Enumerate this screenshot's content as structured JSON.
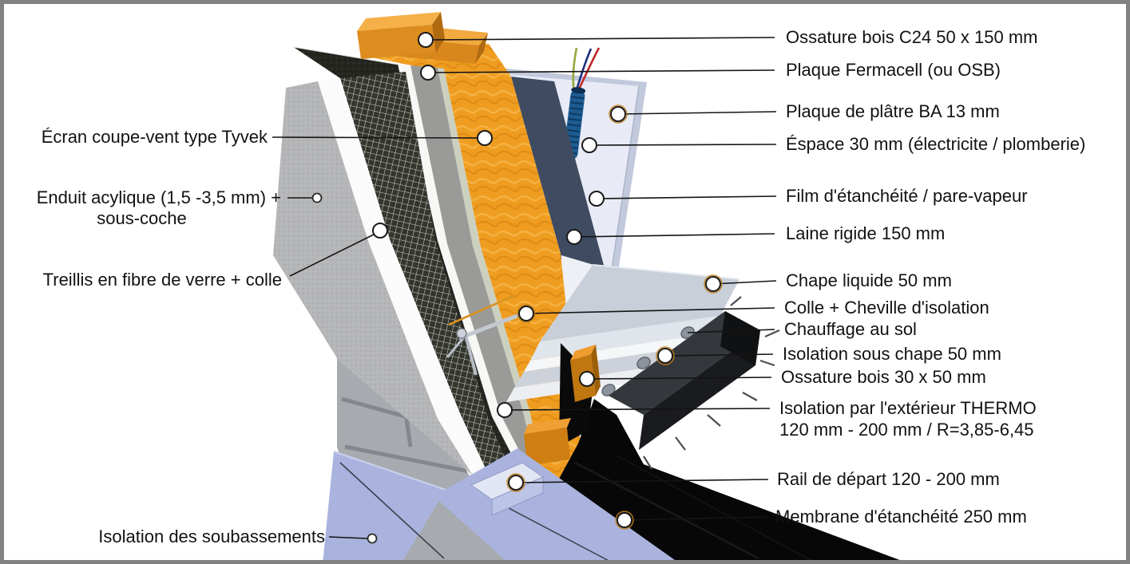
{
  "diagram": {
    "subject": "wall-insulation-cross-section",
    "background": "#ffffff",
    "frame_color": "#828282"
  },
  "labels_left": [
    {
      "text": "Écran coupe-vent type Tyvek"
    },
    {
      "text": "Enduit acylique (1,5 -3,5 mm) +",
      "text2": "sous-coche"
    },
    {
      "text": "Treillis en fibre de verre + colle"
    },
    {
      "text": "Isolation des soubassements"
    }
  ],
  "labels_right": [
    {
      "text": "Ossature bois C24 50 x 150 mm"
    },
    {
      "text": "Plaque Fermacell (ou OSB)"
    },
    {
      "text": "Plaque de plâtre BA 13 mm"
    },
    {
      "text": "Éspace 30 mm (électricite / plomberie)"
    },
    {
      "text": "Film d'étanchéité / pare-vapeur"
    },
    {
      "text": "Laine rigide 150 mm"
    },
    {
      "text": "Chape liquide 50 mm"
    },
    {
      "text": "Colle + Cheville d'isolation"
    },
    {
      "text": "Chauffage au sol"
    },
    {
      "text": "Isolation sous chape 50 mm"
    },
    {
      "text": "Ossature bois 30 x 50 mm"
    },
    {
      "text": "Isolation par l'extérieur THERMO",
      "text2": "120 mm - 200 mm / R=3,85-6,45"
    },
    {
      "text": "Rail de départ 120 - 200 mm"
    },
    {
      "text": "Membrane d'étanchéité 250 mm"
    }
  ],
  "colors": {
    "wood": "#d8871c",
    "insulation_orange": "#ef9d20",
    "vapor_film_navy": "#3e4b61",
    "eps_dark": "#23251f",
    "plaster_panel": "#e8ebf5",
    "foundation_blue": "#a9b3dd",
    "conduit_blue": "#1d5c92",
    "membrane_black": "#070707",
    "concrete": "#a7aaaf",
    "leader_line": "#141414"
  }
}
